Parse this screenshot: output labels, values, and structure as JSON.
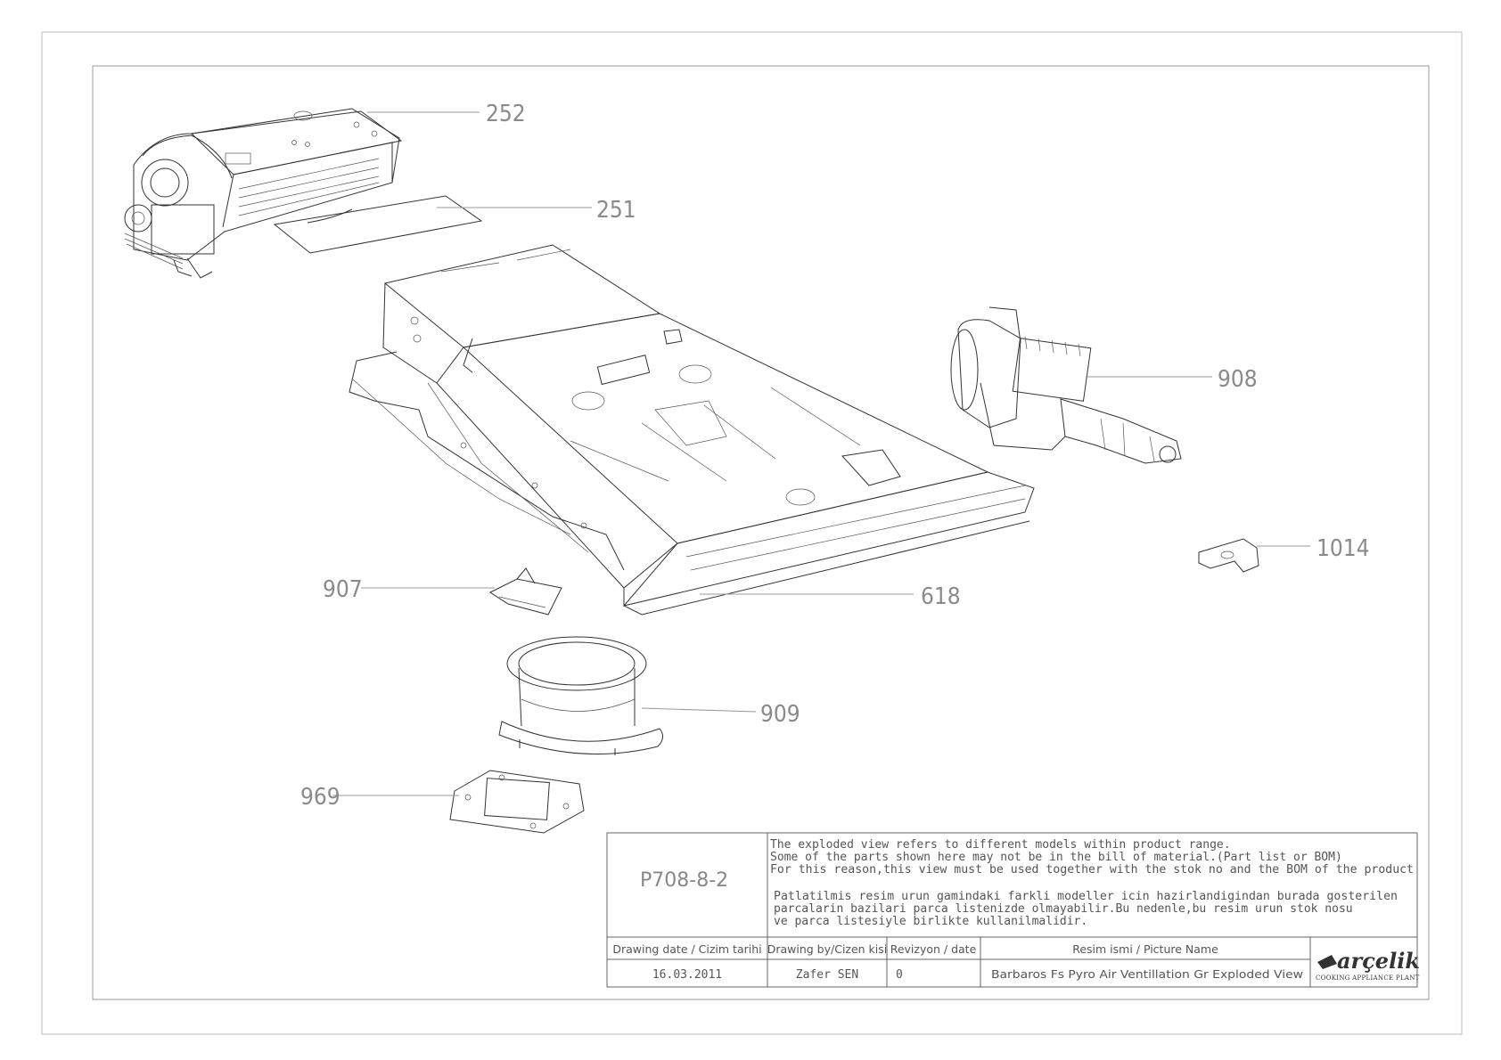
{
  "callouts": [
    {
      "id": "252",
      "label": "252"
    },
    {
      "id": "251",
      "label": "251"
    },
    {
      "id": "908",
      "label": "908"
    },
    {
      "id": "1014",
      "label": "1014"
    },
    {
      "id": "907",
      "label": "907"
    },
    {
      "id": "618",
      "label": "618"
    },
    {
      "id": "909",
      "label": "909"
    },
    {
      "id": "969",
      "label": "969"
    }
  ],
  "title_block": {
    "drawing_code": "P708-8-2",
    "notes_en": [
      "The exploded view refers to different models within product range.",
      "Some of the parts shown here may not be in the bill of material.(Part list or BOM)",
      "For this reason,this view must be used together with the stok no and the BOM of the product"
    ],
    "notes_tr": [
      "Patlatilmis resim urun gamindaki farkli modeller icin hazirlandigindan burada gosterilen",
      "parcalarin bazilari parca listenizde olmayabilir.Bu nedenle,bu resim urun stok nosu",
      "ve parca listesiyle birlikte kullanilmalidir."
    ],
    "headers": {
      "drawing_date": "Drawing date / Cizim tarihi",
      "drawing_by": "Drawing by/Cizen kisi",
      "revision": "Revizyon / date",
      "picture_name": "Resim ismi / Picture Name"
    },
    "values": {
      "drawing_date": "16.03.2011",
      "drawing_by": "Zafer SEN",
      "revision": "0",
      "picture_name": "Barbaros Fs Pyro Air Ventillation Gr Exploded View"
    },
    "logo": {
      "brand": "arçelik",
      "subtitle": "COOKING APPLIANCE PLANT"
    }
  }
}
